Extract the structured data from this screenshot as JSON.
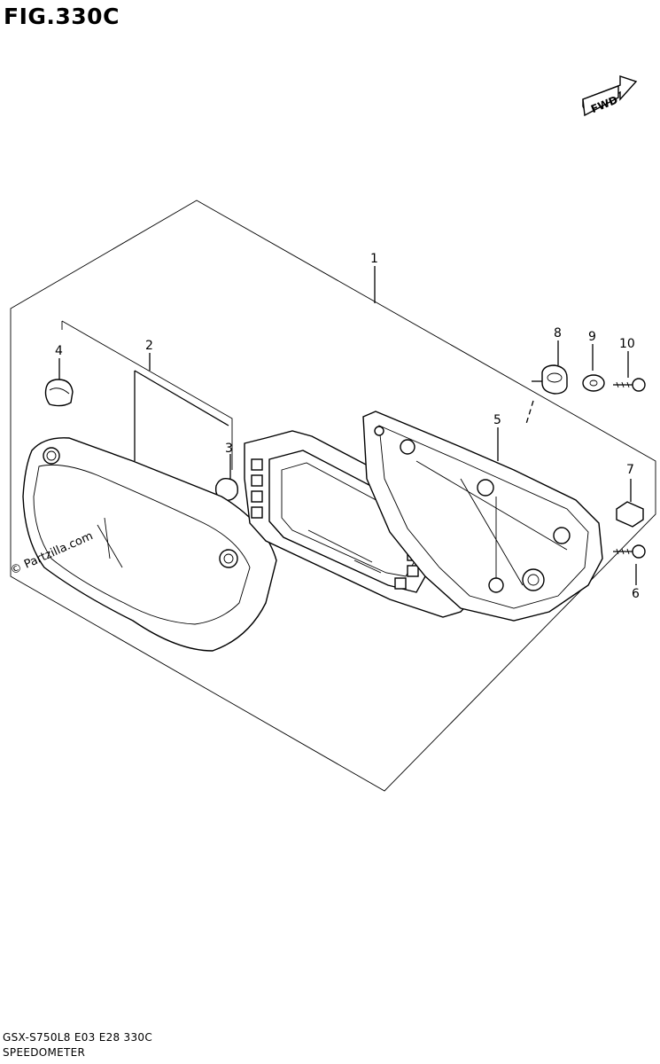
{
  "figure": {
    "title": "FIG.330C",
    "fwd_label": "FWD",
    "watermark": "© Partzilla.com",
    "footer_code": "GSX-S750L8  E03  E28  330C",
    "footer_name": "SPEEDOMETER"
  },
  "callouts": [
    "1",
    "2",
    "3",
    "4",
    "5",
    "6",
    "7",
    "8",
    "9",
    "10"
  ]
}
